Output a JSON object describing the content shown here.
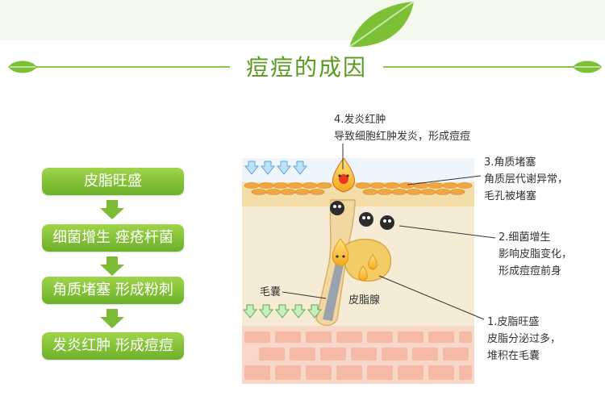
{
  "header": {
    "title": "痘痘的成因"
  },
  "steps": [
    {
      "label": "皮脂旺盛"
    },
    {
      "label": "细菌增生  痤疮杆菌"
    },
    {
      "label": "角质堵塞  形成粉刺"
    },
    {
      "label": "发炎红肿  形成痘痘"
    }
  ],
  "diagram": {
    "follicle_label": "毛囊",
    "sebaceous_label": "皮脂腺"
  },
  "annotations": {
    "a4": {
      "line1": "4.发炎红肿",
      "line2": "导致细胞红肿发炎，形成痘痘"
    },
    "a3": {
      "line1": "3.角质堵塞",
      "line2": "角质层代谢异常，",
      "line3": "毛孔被堵塞"
    },
    "a2": {
      "line1": "2.细菌增生",
      "line2": "影响皮脂变化，",
      "line3": "形成痘痘前身"
    },
    "a1": {
      "line1": "1.皮脂旺盛",
      "line2": "皮脂分泌过多，",
      "line3": "堆积在毛囊"
    }
  },
  "colors": {
    "accent": "#8cc34a",
    "step_box": "#7cbb35",
    "skin": "#f6e7c8",
    "sebum": "#f2a81d"
  }
}
